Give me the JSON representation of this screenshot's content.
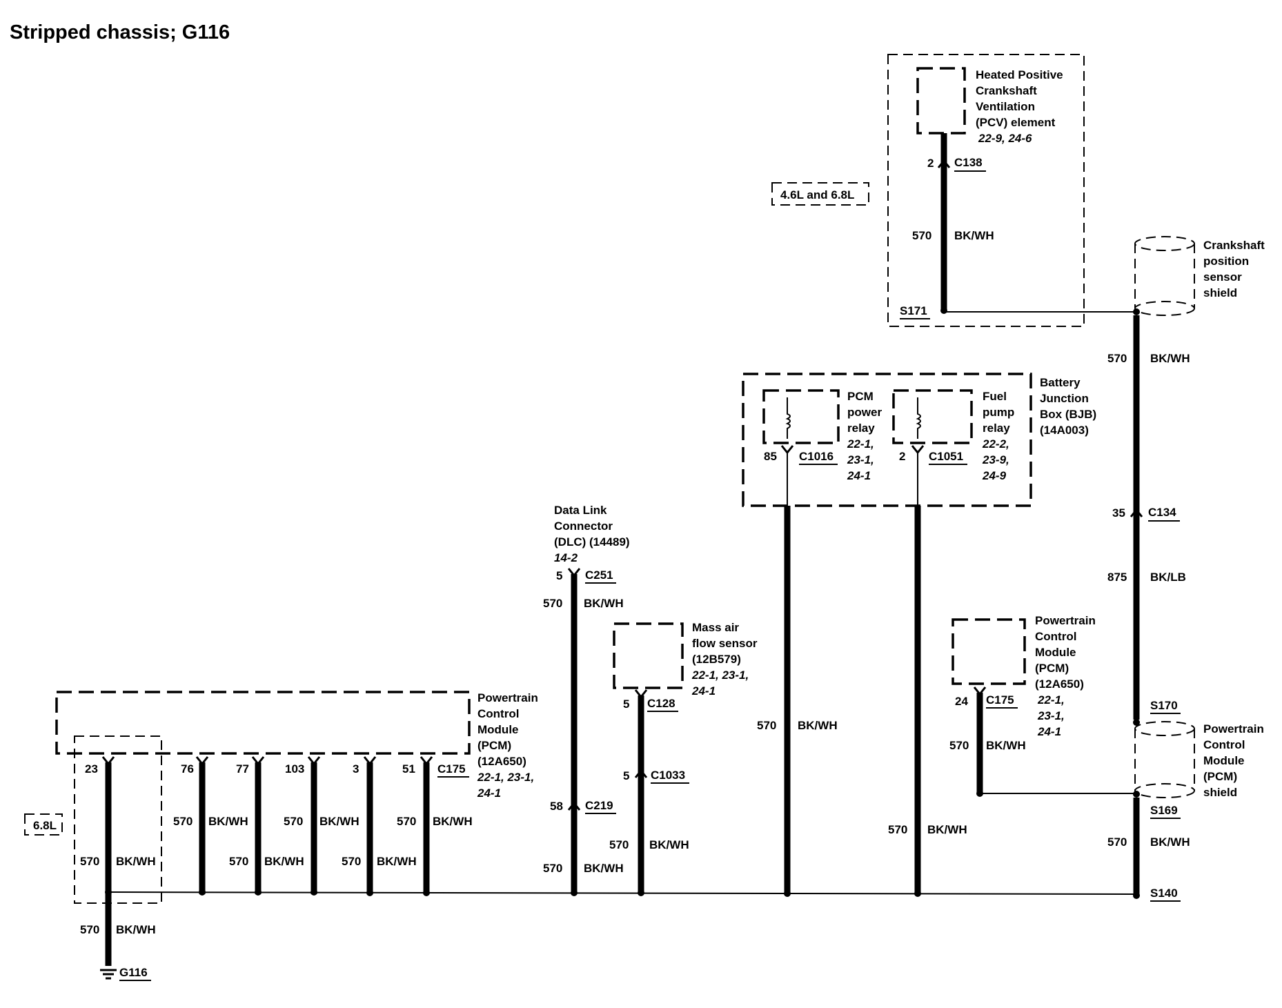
{
  "title": "Stripped chassis; G116",
  "common": {
    "circuit_570": "570",
    "color_bkwh": "BK/WH"
  },
  "engine_note": "4.6L and 6.8L",
  "engine_6_8": "6.8L",
  "pcv": {
    "name_lines": [
      "Heated Positive",
      "Crankshaft",
      "Ventilation",
      "(PCV) element"
    ],
    "refs": "22-9, 24-6",
    "pin": "2",
    "connector": "C138",
    "circuit": "570",
    "color": "BK/WH",
    "splice": "S171"
  },
  "ckp_shield": {
    "name_lines": [
      "Crankshaft",
      "position",
      "sensor",
      "shield"
    ]
  },
  "right_wire": {
    "upper_circuit": "570",
    "upper_color": "BK/WH",
    "pin": "35",
    "connector": "C134",
    "mid_circuit": "875",
    "mid_color": "BK/LB",
    "splice_top": "S170",
    "splice_bottom": "S169",
    "lower_circuit": "570",
    "lower_color": "BK/WH",
    "splice_main": "S140"
  },
  "pcm_shield": {
    "name_lines": [
      "Powertrain",
      "Control",
      "Module",
      "(PCM)",
      "shield"
    ]
  },
  "bjb": {
    "name_lines": [
      "Battery",
      "Junction",
      "Box (BJB)",
      "(14A003)"
    ],
    "pcm_relay": {
      "name_lines": [
        "PCM",
        "power",
        "relay"
      ],
      "refs_lines": [
        "22-1,",
        "23-1,",
        "24-1"
      ],
      "pin": "85",
      "connector": "C1016",
      "circuit": "570",
      "color": "BK/WH"
    },
    "fuel_relay": {
      "name_lines": [
        "Fuel",
        "pump",
        "relay"
      ],
      "refs_lines": [
        "22-2,",
        "23-9,",
        "24-9"
      ],
      "pin": "2",
      "connector": "C1051",
      "circuit": "570",
      "color": "BK/WH"
    }
  },
  "pcm_right": {
    "name_lines": [
      "Powertrain",
      "Control",
      "Module",
      "(PCM)",
      "(12A650)"
    ],
    "refs_lines": [
      "22-1,",
      "23-1,",
      "24-1"
    ],
    "pin": "24",
    "connector": "C175",
    "circuit": "570",
    "color": "BK/WH"
  },
  "dlc": {
    "name_lines": [
      "Data Link",
      "Connector",
      "(DLC) (14489)"
    ],
    "refs": "14-2",
    "pin": "5",
    "connector": "C251",
    "circuit_upper": "570",
    "color_upper": "BK/WH",
    "inline_pin": "58",
    "inline_connector": "C219",
    "circuit_lower": "570",
    "color_lower": "BK/WH"
  },
  "maf": {
    "name_lines": [
      "Mass air",
      "flow  sensor",
      "(12B579)"
    ],
    "refs_lines": [
      "22-1, 23-1,",
      "24-1"
    ],
    "pin": "5",
    "connector": "C128",
    "inline_pin": "5",
    "inline_connector": "C1033",
    "circuit": "570",
    "color": "BK/WH"
  },
  "pcm_left": {
    "name_lines": [
      "Powertrain",
      "Control",
      "Module",
      "(PCM)",
      "(12A650)"
    ],
    "refs_lines": [
      "22-1, 23-1,",
      "24-1"
    ],
    "connector": "C175",
    "pins": [
      "23",
      "76",
      "77",
      "103",
      "3",
      "51"
    ]
  },
  "ground": {
    "circuit": "570",
    "color": "BK/WH",
    "name": "G116"
  }
}
